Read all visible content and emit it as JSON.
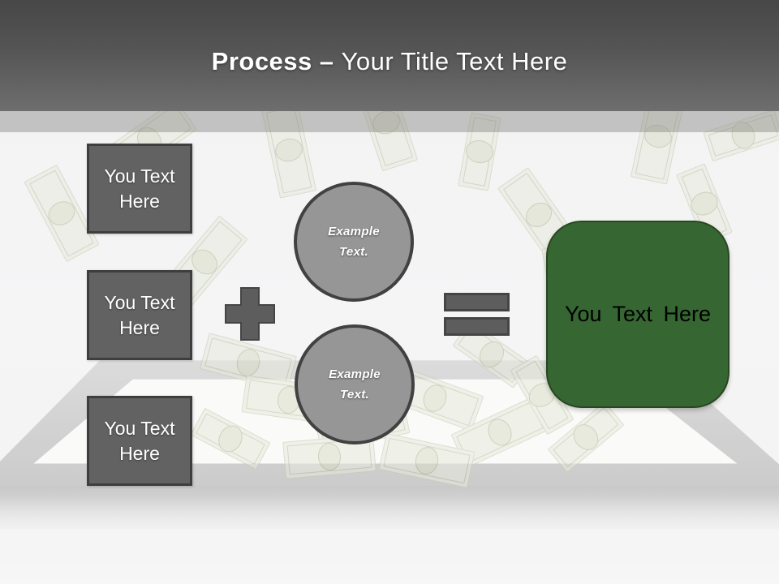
{
  "title": {
    "keyword": "Process",
    "separator": "–",
    "subtitle": "Your Title Text Here"
  },
  "left_boxes": [
    {
      "label": "You Text Here"
    },
    {
      "label": "You Text Here"
    },
    {
      "label": "You Text Here"
    }
  ],
  "circles": [
    {
      "label": "Example Text."
    },
    {
      "label": "Example Text."
    }
  ],
  "icons": {
    "plus": "plus-icon",
    "equals": "equals-icon"
  },
  "result_box": {
    "label": "You Text Here"
  },
  "colors": {
    "header_gradient_top": "#474747",
    "header_gradient_bottom": "#6e6e6e",
    "title_text": "#ffffff",
    "step_box_fill": "#626262",
    "step_box_border": "#3e3e3e",
    "step_box_text": "#ffffff",
    "circle_fill": "#969696",
    "circle_border": "#414141",
    "circle_text": "#ffffff",
    "operator_fill": "#5d5d5d",
    "operator_border": "#454545",
    "result_fill": "#366632",
    "result_border": "#28471f",
    "result_text": "#000000"
  }
}
